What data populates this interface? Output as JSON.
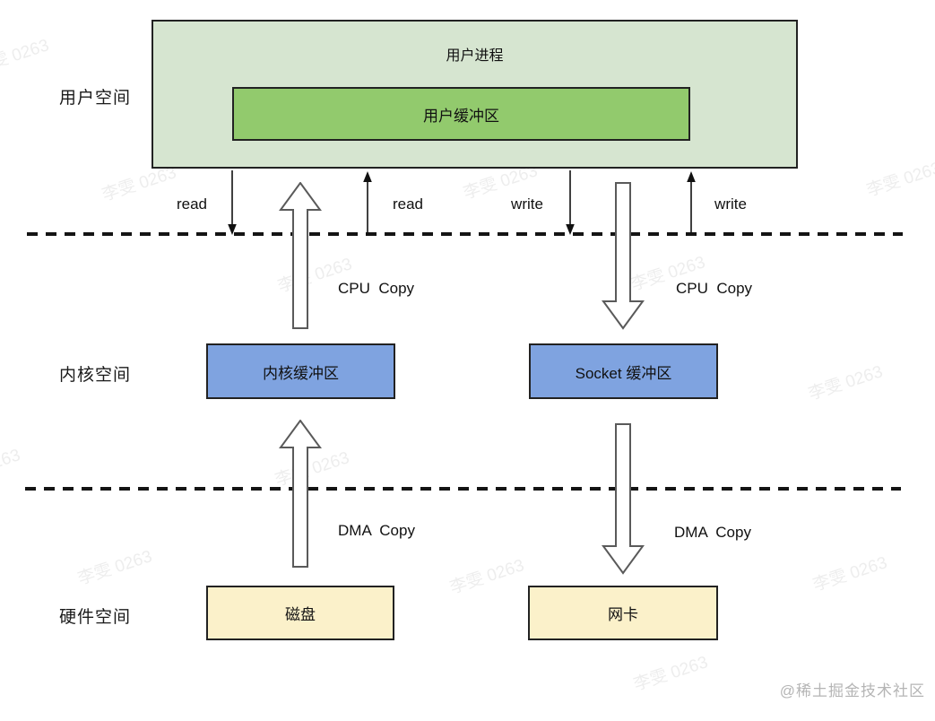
{
  "space_labels": {
    "user": "用户空间",
    "kernel": "内核空间",
    "hardware": "硬件空间"
  },
  "nodes": {
    "user_process": "用户进程",
    "user_buffer": "用户缓冲区",
    "kernel_buffer": "内核缓冲区",
    "socket_buffer": "Socket 缓冲区",
    "disk": "磁盘",
    "nic": "网卡"
  },
  "edge_labels": {
    "read_left": "read",
    "read_right": "read",
    "write_left": "write",
    "write_right": "write",
    "cpu_copy_left": "CPU  Copy",
    "cpu_copy_right": "CPU  Copy",
    "dma_copy_left": "DMA  Copy",
    "dma_copy_right": "DMA  Copy"
  },
  "watermark": {
    "text": "李雯 0263"
  },
  "credit": "@稀土掘金技术社区",
  "colors": {
    "user_process_fill": "#d6e5d0",
    "user_buffer_fill": "#92ca6d",
    "kernel_buffer_fill": "#7fa3e0",
    "socket_buffer_fill": "#7fa3e0",
    "disk_fill": "#fbf1ca",
    "nic_fill": "#fbf1ca",
    "box_border": "#222222",
    "dashed_line": "#141414",
    "hollow_arrow_stroke": "#5a5a5a",
    "credit_text": "#b5b5b5"
  }
}
